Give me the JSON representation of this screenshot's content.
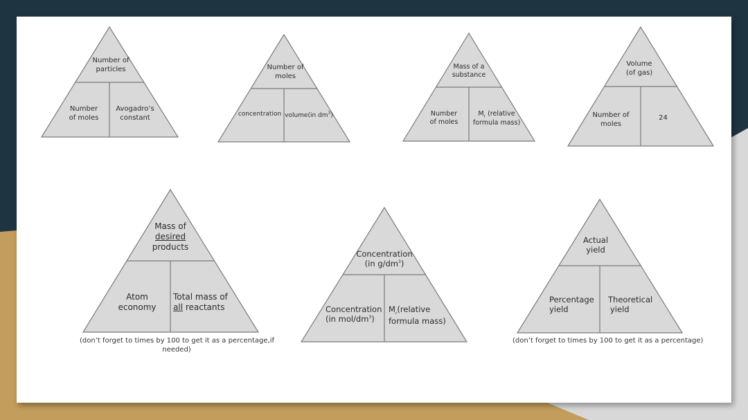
{
  "colors": {
    "navy": "#1f3441",
    "gold": "#c39d5b",
    "slide": "#ffffff",
    "triangle_fill": "#d9d9d9",
    "triangle_stroke": "#7a7a7a",
    "text": "#2b2b2b"
  },
  "triangles": [
    {
      "id": "particles",
      "top": "Number of particles",
      "top_lines": [
        "Number of",
        "particles"
      ],
      "left_lines": [
        "Number",
        "of moles"
      ],
      "right_lines": [
        "Avogadro's",
        "constant"
      ]
    },
    {
      "id": "moles-concentration",
      "top_lines": [
        "Number of",
        "moles"
      ],
      "left_lines": [
        "concentration"
      ],
      "right_lines": [
        "volume(in dm³)"
      ]
    },
    {
      "id": "mass",
      "top_lines": [
        "Mass of a",
        "substance"
      ],
      "left_lines": [
        "Number",
        "of moles"
      ],
      "right_lines": [
        "Mr (relative",
        "formula mass)"
      ]
    },
    {
      "id": "gas-volume",
      "top_lines": [
        "Volume",
        "(of gas)"
      ],
      "left_lines": [
        "Number of",
        "moles"
      ],
      "right_lines": [
        "24"
      ]
    },
    {
      "id": "atom-economy",
      "top_lines": [
        "Mass of",
        "desired",
        "products"
      ],
      "left_lines": [
        "Atom",
        "economy"
      ],
      "right_lines": [
        "Total mass of",
        "all reactants"
      ],
      "note_lines": [
        "(don't forget to times by 100 to get it as a percentage,if",
        "needed)"
      ]
    },
    {
      "id": "concentration-conversion",
      "top_lines": [
        "Concentration",
        "(in g/dm³)"
      ],
      "left_lines": [
        "Concentration",
        "(in mol/dm³)"
      ],
      "right_lines": [
        "Mr(relative",
        "formula mass)"
      ]
    },
    {
      "id": "percentage-yield",
      "top_lines": [
        "Actual",
        "yield"
      ],
      "left_lines": [
        "Percentage",
        "yield"
      ],
      "right_lines": [
        "Theoretical",
        "yield"
      ],
      "note_lines": [
        "(don't forget to times by 100 to get it as a percentage)"
      ]
    }
  ],
  "text": {
    "t1_top_1": "Number of",
    "t1_top_2": "particles",
    "t1_left_1": "Number",
    "t1_left_2": "of moles",
    "t1_right_1": "Avogadro’s",
    "t1_right_2": "constant",
    "t2_top_1": "Number of",
    "t2_top_2": "moles",
    "t2_left_1": "concentration",
    "t2_right_1": "volume(in dm",
    "t2_right_sup": "3",
    "t2_right_end": ")",
    "t3_top_1": "Mass of a",
    "t3_top_2": "substance",
    "t3_left_1": "Number",
    "t3_left_2": "of moles",
    "t3_right_M": "M",
    "t3_right_sub": "r",
    "t3_right_1": " (relative",
    "t3_right_2": "formula mass)",
    "t4_top_1": "Volume",
    "t4_top_2": "(of gas)",
    "t4_left_1": "Number of",
    "t4_left_2": "moles",
    "t4_right_1": "24",
    "t5_top_1": "Mass of",
    "t5_top_2": "desired",
    "t5_top_3": "products",
    "t5_left_1": "Atom",
    "t5_left_2": "economy",
    "t5_right_1": "Total mass of",
    "t5_right_all": "all",
    "t5_right_2": " reactants",
    "t5_note_1": "(don’t forget to times by 100 to get it as a percentage,if",
    "t5_note_2": "needed)",
    "t6_top_1": "Concentration",
    "t6_top_2": "(in g/dm",
    "t6_top_sup": "3",
    "t6_top_end": ")",
    "t6_left_1": "Concentration",
    "t6_left_2": "(in mol/dm",
    "t6_left_sup": "3",
    "t6_left_end": ")",
    "t6_right_M": "M",
    "t6_right_sub": "r",
    "t6_right_1": "(relative",
    "t6_right_2": "formula mass)",
    "t7_top_1": "Actual",
    "t7_top_2": "yield",
    "t7_left_1": "Percentage",
    "t7_left_2": "yield",
    "t7_right_1": "Theoretical",
    "t7_right_2": "yield",
    "t7_note": "(don’t forget to times by 100 to get it as a percentage)"
  }
}
